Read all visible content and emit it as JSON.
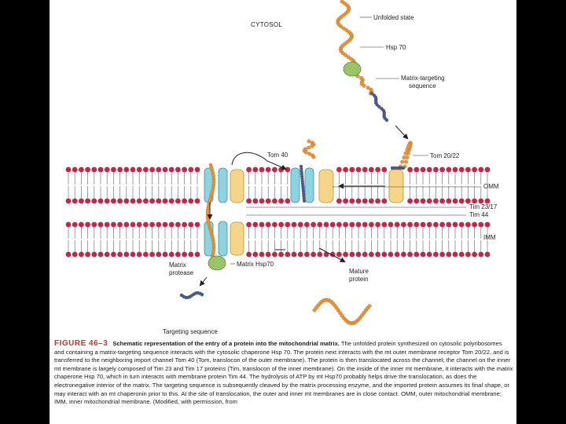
{
  "labels": {
    "cytosol": "CYTOSOL",
    "unfolded_state": "Unfolded state",
    "hsp70": "Hsp 70",
    "matrix_targeting_line1": "Matrix-targeting",
    "matrix_targeting_line2": "sequence",
    "tom40": "Tom 40",
    "tom2022": "Tom 20/22",
    "omm": "OMM",
    "imm": "IMM",
    "tim2317": "Tim 23/17",
    "tim44": "Tim 44",
    "matrix_protease_line1": "Matrix",
    "matrix_protease_line2": "protease",
    "matrix_hsp70": "Matrix Hsp70",
    "mature_line1": "Mature",
    "mature_line2": "protein",
    "targeting_sequence": "Targeting sequence"
  },
  "caption": {
    "figure_label": "FIGURE 46–3",
    "title": "Schematic representation of the entry of a protein into the mitochondrial matrix.",
    "body": "The unfolded protein synthesized on cytosolic polyribosomes and containing a matrix-targeting sequence interacts with the cytosolic chaperone Hsp 70. The protein next interacts with the mt outer membrane receptor Tom 20/22, and is transferred to the neighboring import channel Tom 40 (Tom, translocon of the outer membrane). The protein is then translocated across the channel; the channel on the inner mt membrane is largely composed of Tim 23 and Tim 17 proteins (Tim, translocon of the inner membrane). On the inside of the inner mt membrane, it interacts with the matrix chaperone Hsp 70, which in turn interacts with membrane protein Tim 44. The hydrolysis of ATP by mt Hsp70 probably helps drive the translocation, as does the electronegative interior of the matrix. The targeting sequence is subsequently cleaved by the matrix processing enzyme, and the imported protein assumes its final shape, or may interact with an mt chaperonin prior to this. At the site of translocation, the outer and inner mt membranes are in close contact. OMM, outer mitochondrial membrane; IMM, inner mitochondrial membrane. (Modified, with permission, from"
  },
  "colors": {
    "lipid_head": "#c0284a",
    "lipid_tail": "#777777",
    "polypeptide": "#e8963a",
    "targeting_seq": "#3b5aa0",
    "hsp70": "#9ac46a",
    "tom40_channel": "#8fd3e0",
    "receptor": "#f5d58a",
    "figure_label": "#c0392b"
  }
}
